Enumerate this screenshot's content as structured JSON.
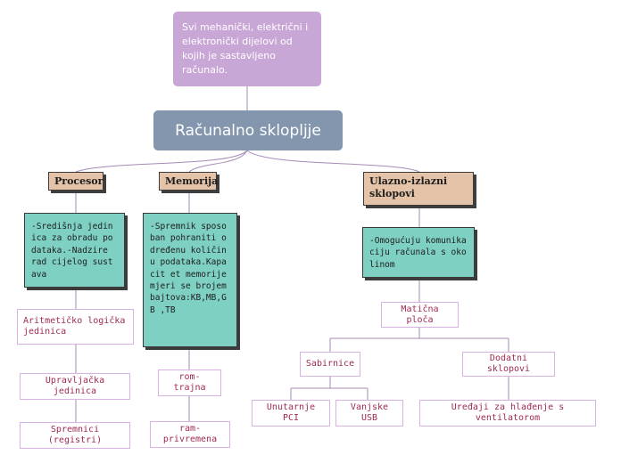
{
  "definition": "Svi mehanički, električni i elektronički dijelovi od kojih je sastavljeno računalo.",
  "root": "Računalno sklopljje",
  "categories": {
    "procesor": {
      "title": "Procesor",
      "note": "-Središnja jedinica za obradu podataka.-Nadzire rad cijelog sustava",
      "children": [
        "Aritmetičko logička jedinica",
        "Upravljačka jedinica",
        "Spremnici (registri)"
      ]
    },
    "memorija": {
      "title": "Memorija",
      "note": "-Spremnik sposoban pohraniti određenu količinu podataka.Kapacit et memorije mjeri se brojem bajtova:KB,MB,GB ,TB",
      "children": [
        "rom-trajna",
        "ram-privremena"
      ]
    },
    "io": {
      "title": "Ulazno-izlazni sklopovi",
      "note": "-Omogućuju komunikaciju računala s okolinom",
      "child": "Matična ploča",
      "sabirnice": {
        "label": "Sabirnice",
        "children": [
          "Unutarnje PCI",
          "Vanjske USB"
        ]
      },
      "dodatni": {
        "label": "Dodatni sklopovi",
        "children": [
          "Uređaji za hlađenje s ventilatorom"
        ]
      }
    }
  },
  "colors": {
    "definition": "#c8a7d6",
    "root": "#8496ad",
    "category": "#e4c3a8",
    "note": "#7ed0c3",
    "leaf_text": "#9e2a4f",
    "line": "#a68bb5"
  }
}
